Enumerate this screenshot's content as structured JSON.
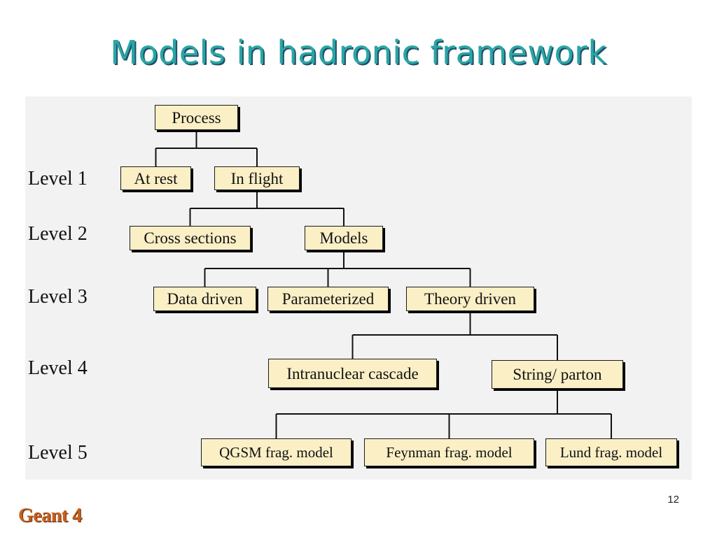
{
  "slide": {
    "title": "Models in hadronic framework",
    "page_number": "12",
    "logo_text": "Geant 4"
  },
  "diagram": {
    "levels": [
      "Level 1",
      "Level 2",
      "Level 3",
      "Level 4",
      "Level 5"
    ],
    "nodes": {
      "process": "Process",
      "at_rest": "At rest",
      "in_flight": "In flight",
      "cross_sections": "Cross sections",
      "models": "Models",
      "data_driven": "Data driven",
      "parameterized": "Parameterized",
      "theory_driven": "Theory driven",
      "intranuclear_cascade": "Intranuclear cascade",
      "string_parton": "String/ parton",
      "qgsm": "QGSM frag. model",
      "feynman": "Feynman frag. model",
      "lund": "Lund frag. model"
    },
    "edges": [
      [
        "process",
        "at_rest"
      ],
      [
        "process",
        "in_flight"
      ],
      [
        "in_flight",
        "cross_sections"
      ],
      [
        "in_flight",
        "models"
      ],
      [
        "models",
        "data_driven"
      ],
      [
        "models",
        "parameterized"
      ],
      [
        "models",
        "theory_driven"
      ],
      [
        "theory_driven",
        "intranuclear_cascade"
      ],
      [
        "theory_driven",
        "string_parton"
      ],
      [
        "string_parton",
        "qgsm"
      ],
      [
        "string_parton",
        "feynman"
      ],
      [
        "string_parton",
        "lund"
      ]
    ],
    "colors": {
      "node_fill": "#fbefc6",
      "title": "#2aa6a4",
      "logo": "#c8601e",
      "panel": "#f2f2f2"
    }
  }
}
